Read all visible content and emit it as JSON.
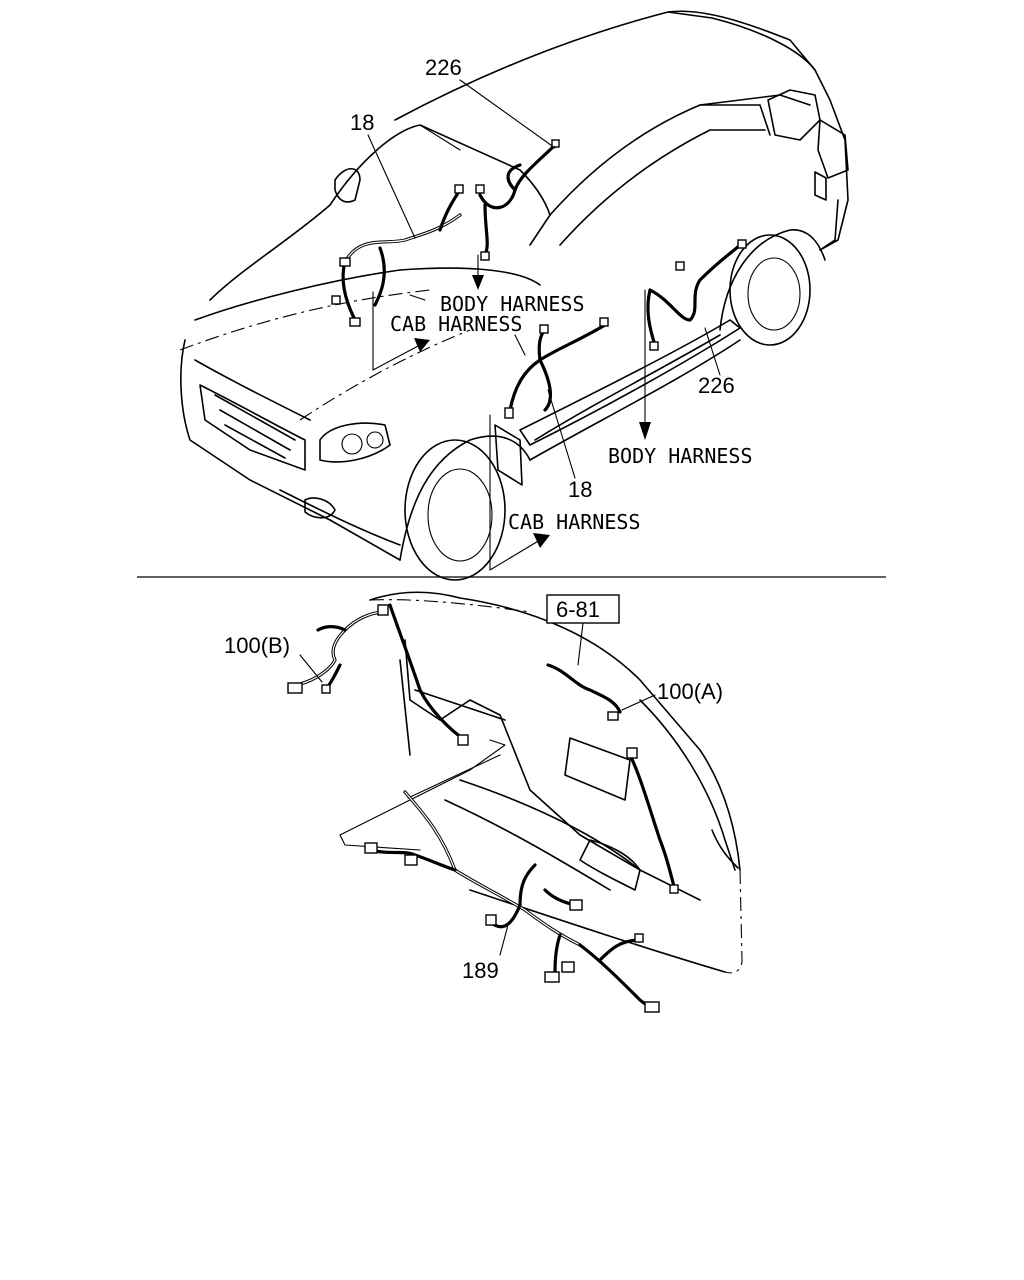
{
  "labels": {
    "callout_226_top": "226",
    "callout_18_top": "18",
    "body_harness_top": "BODY HARNESS",
    "cab_harness_top": "CAB HARNESS",
    "callout_226_right": "226",
    "body_harness_right": "BODY HARNESS",
    "callout_18_bottom": "18",
    "cab_harness_bottom": "CAB HARNESS",
    "ref_box": "6-81",
    "callout_100b": "100(B)",
    "callout_100a": "100(A)",
    "callout_189": "189"
  }
}
